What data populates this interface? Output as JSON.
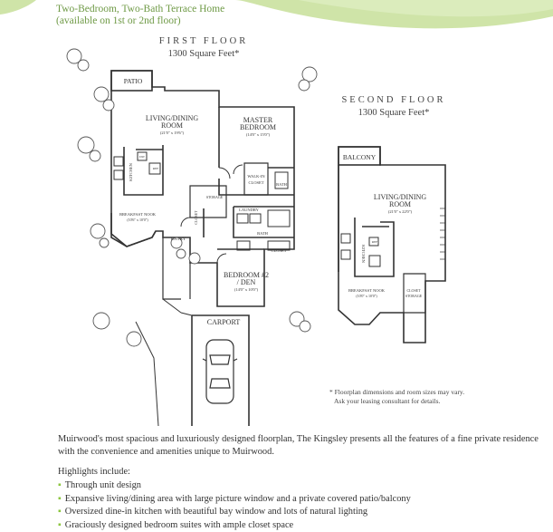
{
  "header": {
    "line1": "Two-Bedroom,  Two-Bath Terrace Home",
    "line2": "(available on 1st or 2nd floor)"
  },
  "first_floor": {
    "title": "FIRST FLOOR",
    "size": "1300 Square Feet*",
    "rooms": {
      "patio": "PATIO",
      "living_dining": "LIVING/DINING",
      "living_dining_2": "ROOM",
      "living_dim": "(21'0\" x 19'6\")",
      "master": "MASTER",
      "master_2": "BEDROOM",
      "master_dim": "(14'0\" x 15'0\")",
      "kitchen": "KITCHEN",
      "walk_in": "WALK-IN",
      "closet": "CLOSET",
      "bath": "BATH",
      "laundry": "LAUNDRY",
      "storage": "STORAGE",
      "closet_small": "CLOSET",
      "bath2": "BATH",
      "closet2": "CLOSET",
      "breakfast": "BREAKFAST NOOK",
      "breakfast_dim": "(10'6\" x 10'0\")",
      "entry": "ENTRY",
      "bedroom2": "BEDROOM #2",
      "bedroom2_b": "/ DEN",
      "bedroom2_dim": "(14'0\" x 10'0\")",
      "carport": "CARPORT",
      "ref": "REF",
      "dw": "DW"
    }
  },
  "second_floor": {
    "title": "SECOND FLOOR",
    "size": "1300 Square Feet*",
    "rooms": {
      "balcony": "BALCONY",
      "living_dining": "LIVING/DINING",
      "living_dining_2": "ROOM",
      "living_dim": "(21'0\" x 22'0\")",
      "kitchen": "KITCHEN",
      "breakfast": "BREAKFAST NOOK",
      "breakfast_dim": "(10'0\" x 10'0\")",
      "closet_storage": "CLOSET",
      "closet_storage_2": "STORAGE",
      "ref": "REF"
    }
  },
  "footnote": {
    "line1": "* Floorplan dimensions and room sizes may vary.",
    "line2": "Ask your leasing consultant for details."
  },
  "description": "Muirwood's most spacious and luxuriously designed floorplan, The Kingsley presents all the features of a fine private residence with the convenience and amenities unique to Muirwood.",
  "highlights": {
    "heading": "Highlights include:",
    "items": [
      "Through unit design",
      "Expansive living/dining area with large picture window and a private covered patio/balcony",
      "Oversized dine-in kitchen with beautiful bay window and lots of natural lighting",
      "Graciously designed bedroom suites with ample closet space"
    ]
  },
  "colors": {
    "accent_green": "#8cc63f",
    "header_green": "#6f9a46"
  }
}
